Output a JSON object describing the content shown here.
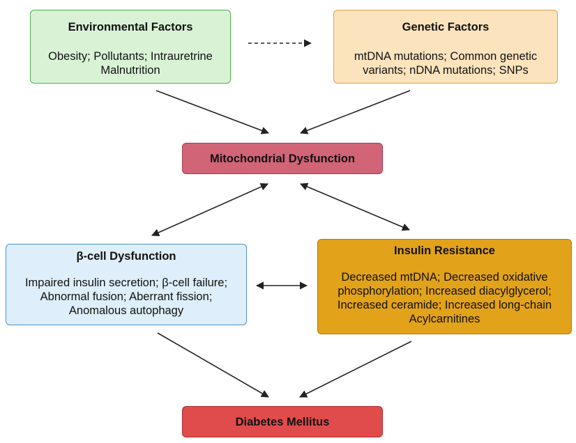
{
  "boxes": {
    "environmental": {
      "title": "Environmental Factors",
      "lines": [
        "Obesity; Pollutants; Intrauretrine",
        "Malnutrition"
      ],
      "fill": "#d9f2d6",
      "border": "#4aae52"
    },
    "genetic": {
      "title": "Genetic Factors",
      "lines": [
        "mtDNA mutations; Common genetic",
        "variants; nDNA mutations; SNPs"
      ],
      "fill": "#fbe3bd",
      "border": "#e0a04a"
    },
    "mitochondrial": {
      "title": "Mitochondrial Dysfunction",
      "fill": "#d26478",
      "border": "#a83a4e"
    },
    "beta_cell": {
      "title": "β-cell Dysfunction",
      "lines": [
        "Impaired insulin secretion; β-cell failure;",
        "Abnormal fusion; Aberrant fission;",
        "Anomalous autophagy"
      ],
      "fill": "#deeefa",
      "border": "#4d93c9"
    },
    "insulin_resistance": {
      "title": "Insulin Resistance",
      "lines": [
        "Decreased mtDNA; Decreased oxidative",
        "phosphorylation; Increased diacylglycerol;",
        "Increased ceramide; Increased long-chain",
        "Acylcarnitines"
      ],
      "fill": "#e2a21a",
      "border": "#b57a0c"
    },
    "diabetes": {
      "title": "Diabetes Mellitus",
      "fill": "#e04b4b",
      "border": "#b22d2d"
    }
  },
  "connections": [
    {
      "from": "Environmental Factors",
      "to": "Genetic Factors",
      "style": "dashed",
      "direction": "forward"
    },
    {
      "from": "Environmental Factors",
      "to": "Mitochondrial Dysfunction",
      "style": "solid",
      "direction": "forward"
    },
    {
      "from": "Genetic Factors",
      "to": "Mitochondrial Dysfunction",
      "style": "solid",
      "direction": "forward"
    },
    {
      "from": "Mitochondrial Dysfunction",
      "to": "β-cell Dysfunction",
      "style": "solid",
      "direction": "both"
    },
    {
      "from": "Mitochondrial Dysfunction",
      "to": "Insulin Resistance",
      "style": "solid",
      "direction": "both"
    },
    {
      "from": "β-cell Dysfunction",
      "to": "Insulin Resistance",
      "style": "solid",
      "direction": "both"
    },
    {
      "from": "β-cell Dysfunction",
      "to": "Diabetes Mellitus",
      "style": "solid",
      "direction": "forward"
    },
    {
      "from": "Insulin Resistance",
      "to": "Diabetes Mellitus",
      "style": "solid",
      "direction": "forward"
    }
  ],
  "arrow_color": "#222222"
}
